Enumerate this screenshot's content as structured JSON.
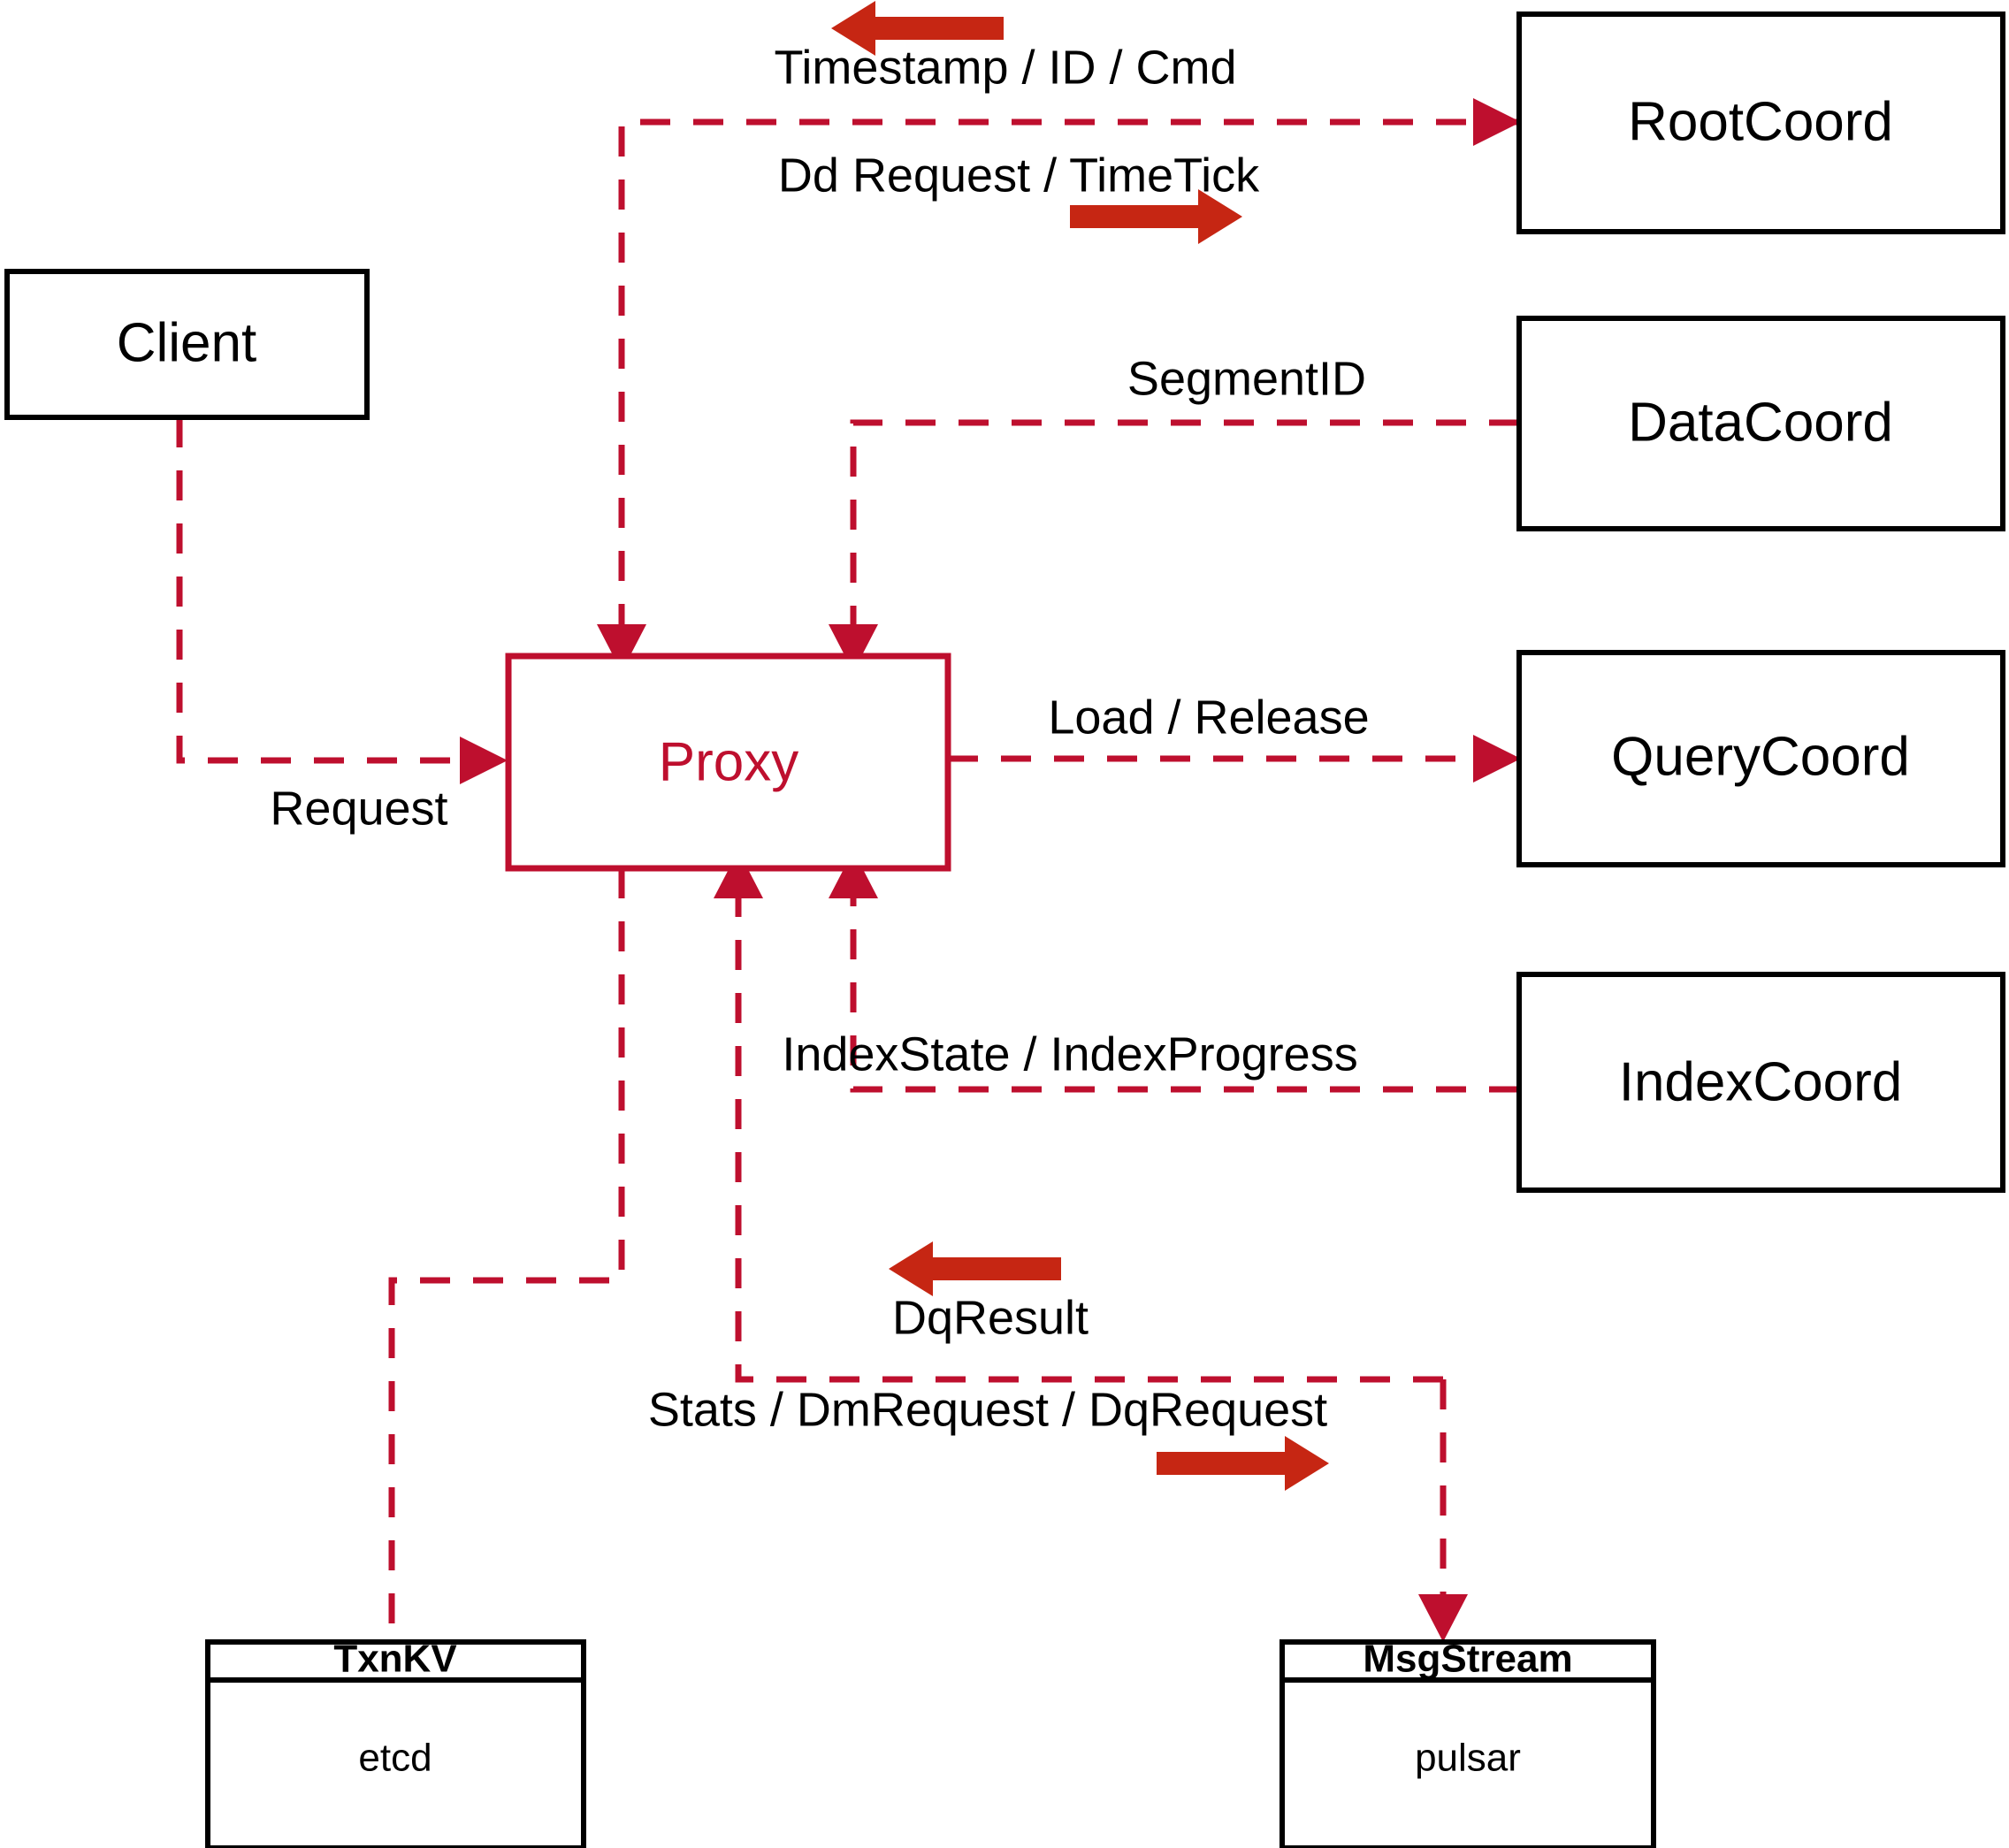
{
  "diagram": {
    "title": "Milvus Proxy interaction diagram",
    "colors": {
      "accent_red": "#BE0F2E",
      "legend_arrow_red": "#C62613",
      "node_stroke": "#000000",
      "background": "#FFFFFF"
    },
    "nodes": [
      {
        "id": "client",
        "label": "Client",
        "style": "black-box"
      },
      {
        "id": "proxy",
        "label": "Proxy",
        "style": "red-box"
      },
      {
        "id": "rootcoord",
        "label": "RootCoord",
        "style": "black-box"
      },
      {
        "id": "datacoord",
        "label": "DataCoord",
        "style": "black-box"
      },
      {
        "id": "querycoord",
        "label": "QueryCoord",
        "style": "black-box"
      },
      {
        "id": "indexcoord",
        "label": "IndexCoord",
        "style": "black-box"
      }
    ],
    "stores": [
      {
        "id": "txnkv",
        "title": "TxnKV",
        "body": "etcd"
      },
      {
        "id": "msgstream",
        "title": "MsgStream",
        "body": "pulsar"
      }
    ],
    "edge_labels": {
      "timestamp_id_cmd": "Timestamp / ID / Cmd",
      "dd_request_timetick": "Dd Request / TimeTick",
      "segment_id": "SegmentID",
      "load_release": "Load / Release",
      "index_state_progress": "IndexState / IndexProgress",
      "request": "Request",
      "dq_result": "DqResult",
      "stats_dm_dq_request": "Stats / DmRequest / DqRequest"
    },
    "edges": [
      {
        "from": "rootcoord",
        "to": "proxy",
        "label": "Timestamp / ID / Cmd",
        "direction": "left"
      },
      {
        "from": "proxy",
        "to": "rootcoord",
        "label": "Dd Request / TimeTick",
        "direction": "right"
      },
      {
        "from": "datacoord",
        "to": "proxy",
        "label": "SegmentID",
        "direction": "left"
      },
      {
        "from": "proxy",
        "to": "querycoord",
        "label": "Load / Release",
        "direction": "right"
      },
      {
        "from": "indexcoord",
        "to": "proxy",
        "label": "IndexState / IndexProgress",
        "direction": "left"
      },
      {
        "from": "client",
        "to": "proxy",
        "label": "Request",
        "direction": "right"
      },
      {
        "from": "msgstream",
        "to": "proxy",
        "label": "DqResult",
        "direction": "left"
      },
      {
        "from": "proxy",
        "to": "msgstream",
        "label": "Stats / DmRequest / DqRequest",
        "direction": "right"
      },
      {
        "from": "proxy",
        "to": "txnkv",
        "label": "",
        "direction": "down"
      }
    ],
    "legend_arrows": [
      {
        "id": "timestamp-arrow",
        "direction": "left"
      },
      {
        "id": "ddrequest-arrow",
        "direction": "right"
      },
      {
        "id": "dqresult-arrow",
        "direction": "left"
      },
      {
        "id": "stats-arrow",
        "direction": "right"
      }
    ]
  }
}
